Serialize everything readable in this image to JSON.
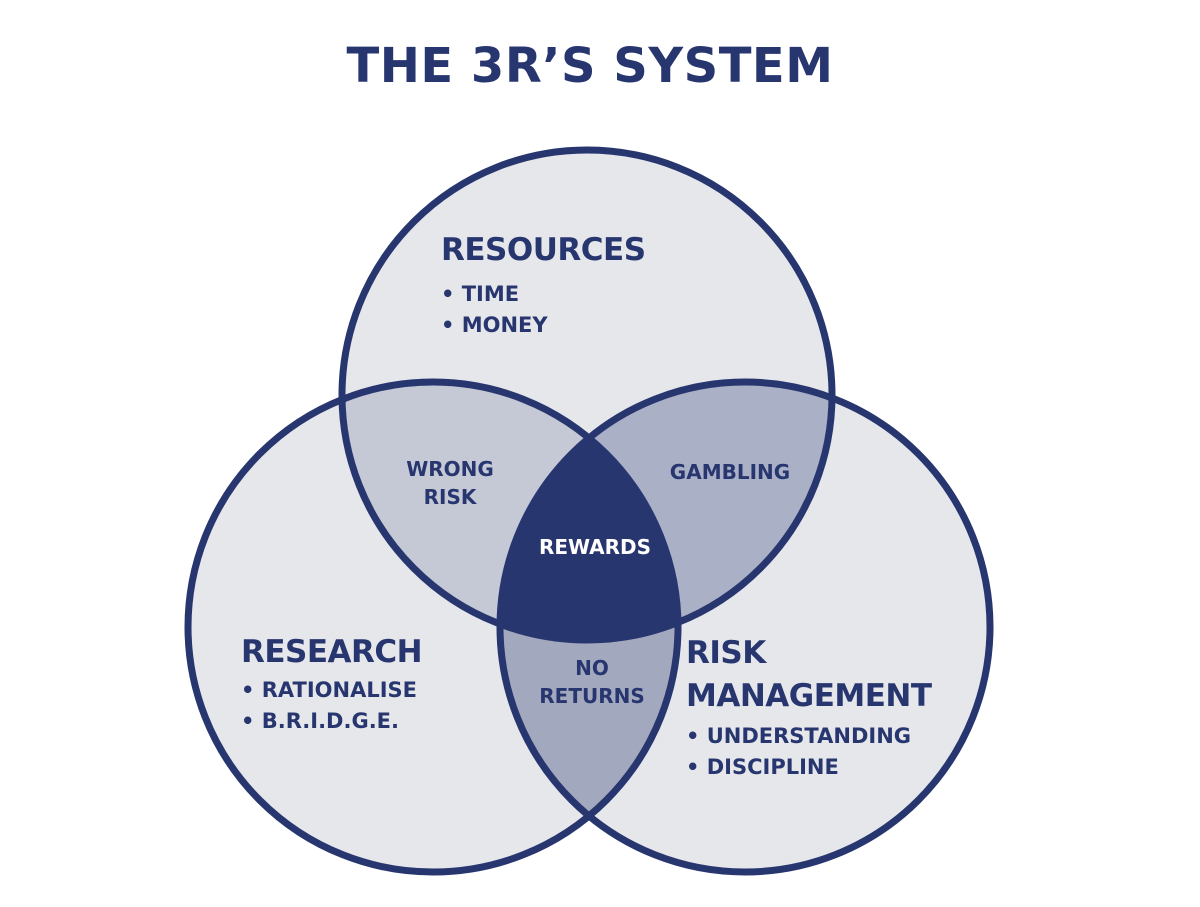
{
  "title": "THE 3R’S SYSTEM",
  "colors": {
    "stroke": "#283670",
    "circle_fill": "#e6e7eb",
    "overlap_left_fill": "#c5c8d5",
    "overlap_right_fill": "#aab0c6",
    "overlap_bottom_fill": "#a2a8be",
    "center_fill": "#283670"
  },
  "circles": {
    "resources": {
      "heading": "RESOURCES",
      "bullets": [
        "• TIME",
        "• MONEY"
      ]
    },
    "research": {
      "heading": "RESEARCH",
      "bullets": [
        "• RATIONALISE",
        "• B.R.I.D.G.E."
      ]
    },
    "risk_management": {
      "heading_line1": "RISK",
      "heading_line2": "MANAGEMENT",
      "bullets": [
        "• UNDERSTANDING",
        "• DISCIPLINE"
      ]
    }
  },
  "overlaps": {
    "resources_research": {
      "line1": "WRONG",
      "line2": "RISK"
    },
    "resources_risk": {
      "label": "GAMBLING"
    },
    "research_risk": {
      "line1": "NO",
      "line2": "RETURNS"
    },
    "center": {
      "label": "REWARDS"
    }
  }
}
